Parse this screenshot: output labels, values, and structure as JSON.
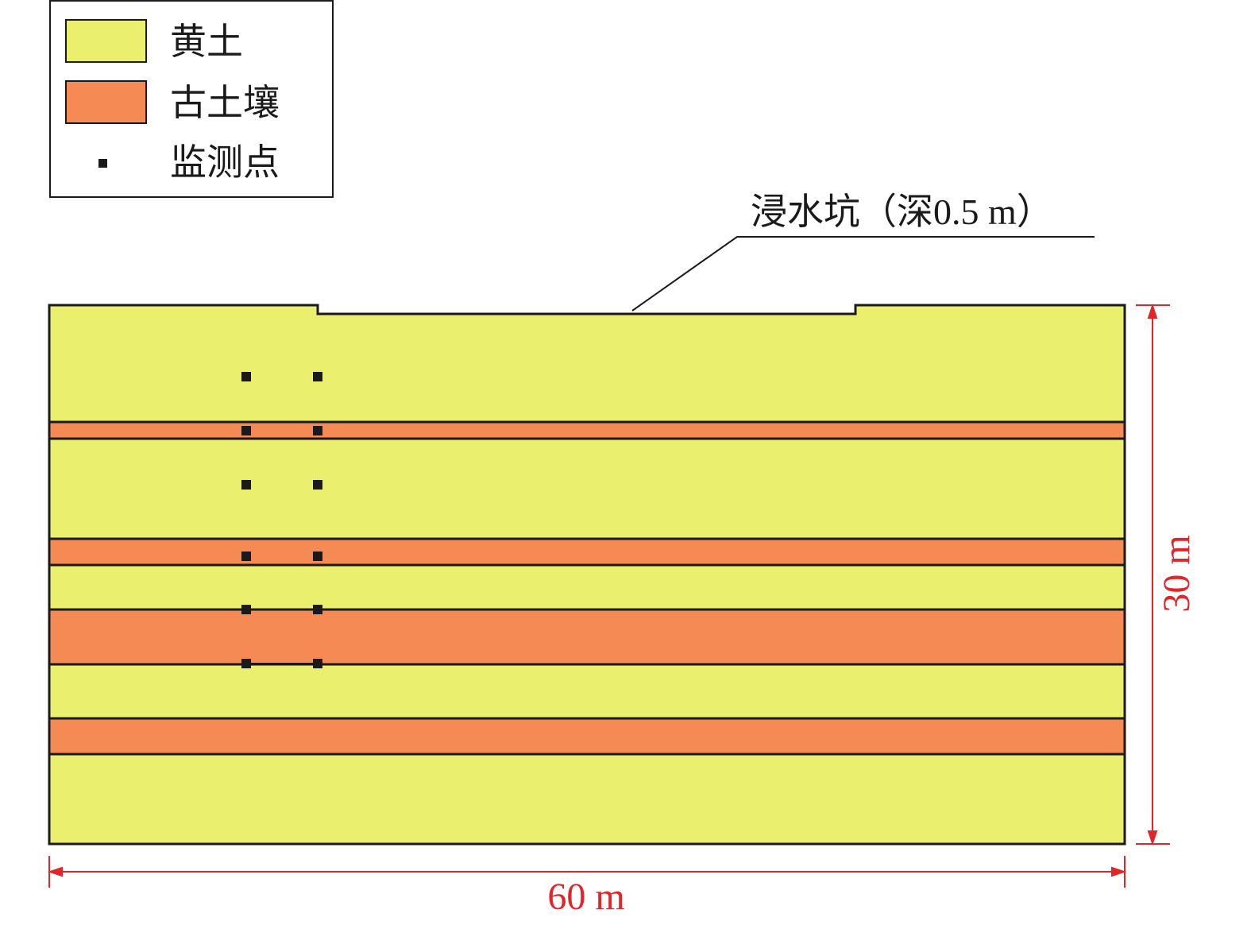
{
  "legend": {
    "items": [
      {
        "label": "黄土",
        "color": "#eaf06e"
      },
      {
        "label": "古土壤",
        "color": "#f58a55"
      },
      {
        "label": "监测点",
        "color": "#1a1a1a"
      }
    ]
  },
  "annotation": {
    "pit_label": "浸水坑（深0.5 m）"
  },
  "dimensions": {
    "height_label": "30 m",
    "width_label": "60 m",
    "color": "#e0262a"
  }
}
